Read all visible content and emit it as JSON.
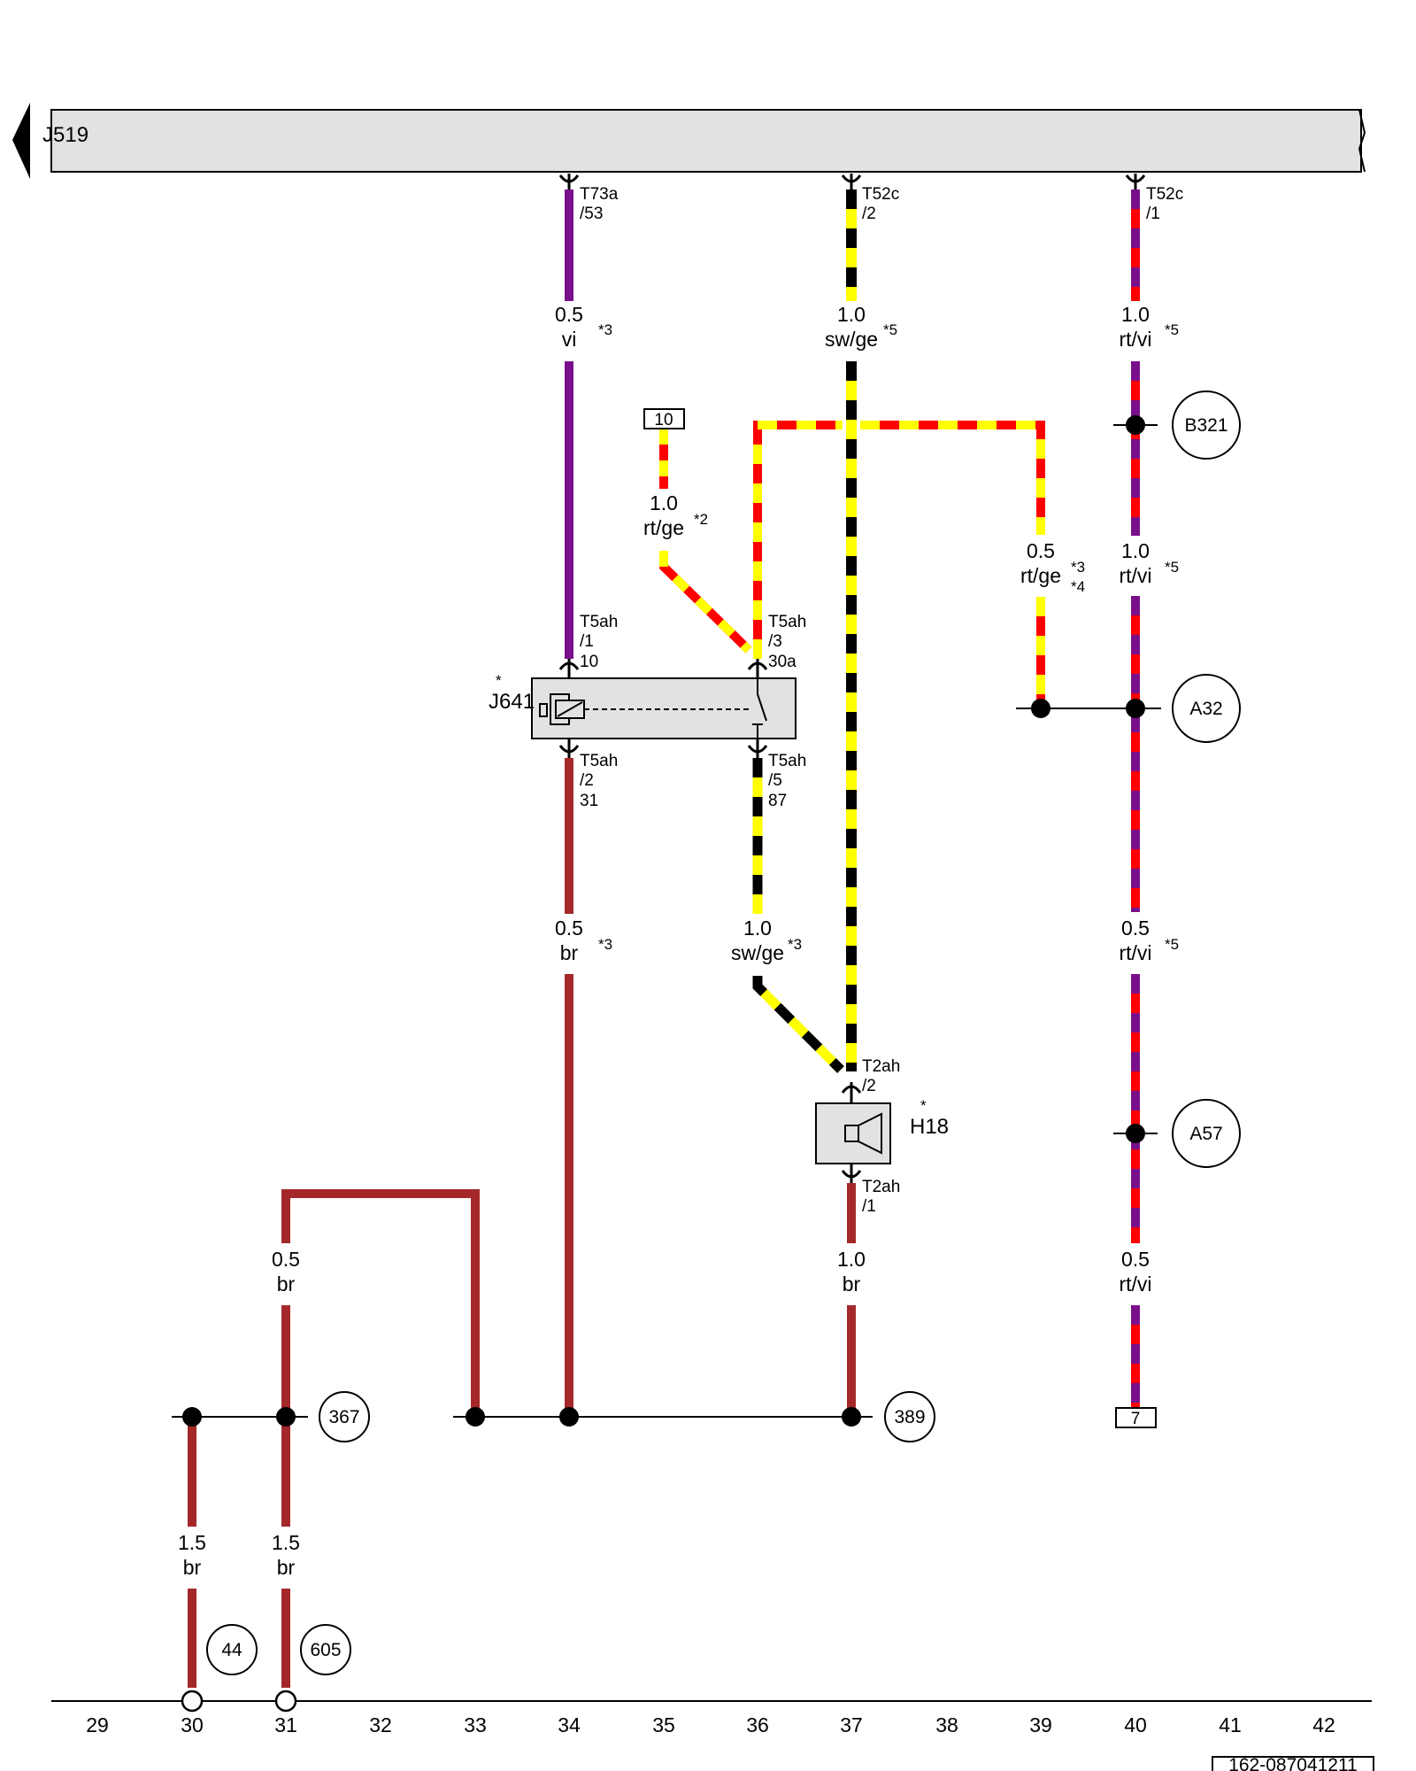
{
  "diagram": {
    "doc_id": "162-087041211",
    "module": {
      "id": "J519"
    },
    "relay": {
      "id": "J641",
      "star": "*"
    },
    "horn": {
      "id": "H18",
      "star": "*"
    },
    "connectors": {
      "c1": [
        "T73a",
        "/53"
      ],
      "c2": [
        "T52c",
        "/2"
      ],
      "c3": [
        "T52c",
        "/1"
      ],
      "r1": [
        "T5ah",
        "/1",
        "10"
      ],
      "r3": [
        "T5ah",
        "/3",
        "30a"
      ],
      "r2": [
        "T5ah",
        "/2",
        "31"
      ],
      "r5": [
        "T5ah",
        "/5",
        "87"
      ],
      "h2": [
        "T2ah",
        "/2"
      ],
      "h1": [
        "T2ah",
        "/1"
      ]
    },
    "wires": {
      "w1": {
        "gauge": "0.5",
        "color": "vi",
        "note": "*3"
      },
      "w2": {
        "gauge": "1.0",
        "color": "sw/ge",
        "note": "*5"
      },
      "w3": {
        "gauge": "1.0",
        "color": "rt/vi",
        "note": "*5"
      },
      "w4": {
        "gauge": "1.0",
        "color": "rt/ge",
        "note": "*2"
      },
      "w5": {
        "gauge": "0.5",
        "color": "rt/ge",
        "note": "*3",
        "note2": "*4"
      },
      "w6": {
        "gauge": "1.0",
        "color": "rt/vi",
        "note": "*5"
      },
      "w7": {
        "gauge": "0.5",
        "color": "br",
        "note": "*3"
      },
      "w8": {
        "gauge": "1.0",
        "color": "sw/ge",
        "note": "*3"
      },
      "w9": {
        "gauge": "0.5",
        "color": "rt/vi",
        "note": "*5"
      },
      "w10": {
        "gauge": "0.5",
        "color": "br"
      },
      "w11": {
        "gauge": "1.0",
        "color": "br"
      },
      "w12": {
        "gauge": "0.5",
        "color": "rt/vi"
      },
      "w13": {
        "gauge": "1.5",
        "color": "br"
      },
      "w14": {
        "gauge": "1.5",
        "color": "br"
      }
    },
    "refs": {
      "b321": "B321",
      "a32": "A32",
      "a57": "A57",
      "r367": "367",
      "r389": "389",
      "r44": "44",
      "r605": "605",
      "box10": "10",
      "box7": "7"
    },
    "axis": [
      "29",
      "30",
      "31",
      "32",
      "33",
      "34",
      "35",
      "36",
      "37",
      "38",
      "39",
      "40",
      "41",
      "42"
    ],
    "colors": {
      "vi": "#7a0f8c",
      "br": "#a4282a",
      "rt": "#ff0000",
      "ge": "#ffff00",
      "sw": "#000000",
      "module_fill": "#e2e2e2"
    }
  }
}
